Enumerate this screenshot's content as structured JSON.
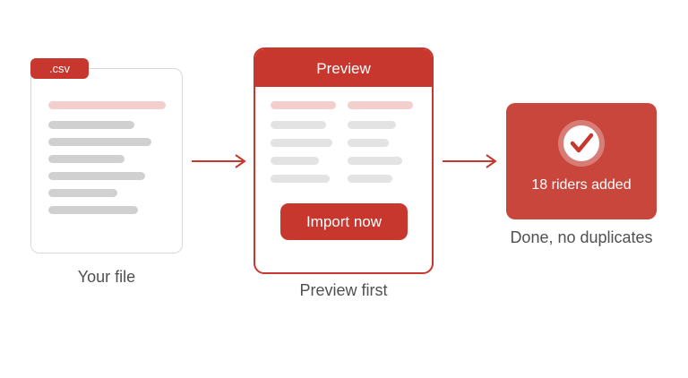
{
  "file_step": {
    "tag": ".csv",
    "caption": "Your file"
  },
  "preview_step": {
    "header": "Preview",
    "button": "Import now",
    "caption": "Preview first"
  },
  "done_step": {
    "message": "18 riders added",
    "caption": "Done, no duplicates"
  },
  "colors": {
    "accent": "#c8372d",
    "success_bg": "#c8463c",
    "placeholder": "#d0d0d0"
  },
  "icons": {
    "done": "check-circle-icon",
    "flow": "arrow-right-icon"
  }
}
